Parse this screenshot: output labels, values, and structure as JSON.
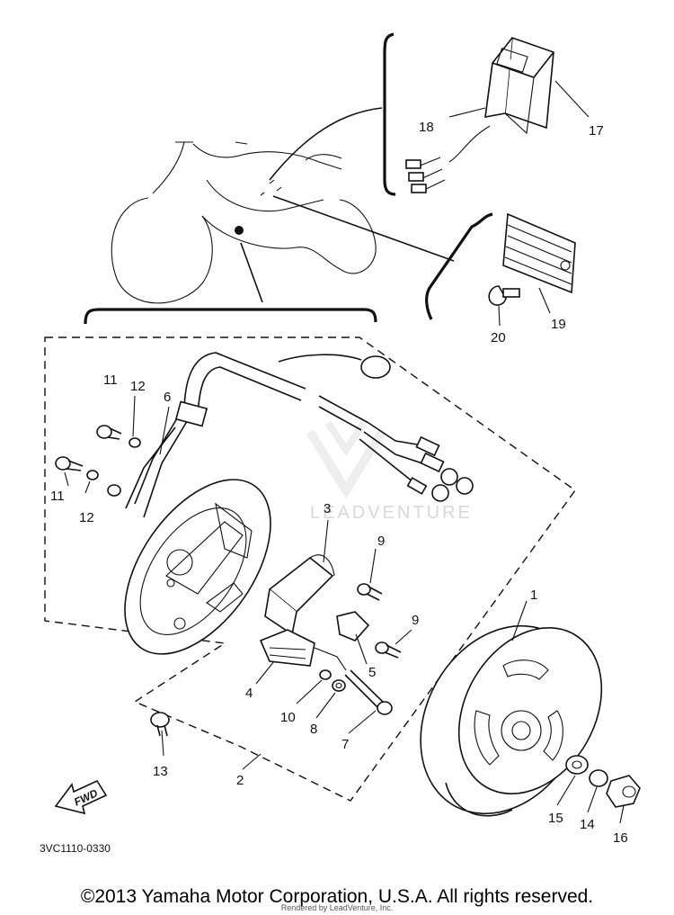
{
  "callouts": {
    "c1": "1",
    "c2": "2",
    "c3": "3",
    "c4": "4",
    "c5": "5",
    "c6": "6",
    "c7": "7",
    "c8": "8",
    "c9a": "9",
    "c9b": "9",
    "c10": "10",
    "c11a": "11",
    "c11b": "11",
    "c12a": "12",
    "c12b": "12",
    "c13": "13",
    "c14": "14",
    "c15": "15",
    "c16": "16",
    "c17": "17",
    "c18": "18",
    "c19": "19",
    "c20": "20"
  },
  "fwd_label": "FWD",
  "part_code": "3VC1110-0330",
  "watermark": "LEADVENTURE",
  "copyright": "©2013 Yamaha Motor Corporation, U.S.A. All rights reserved.",
  "rendered_by": "Rendered by LeadVenture, Inc."
}
